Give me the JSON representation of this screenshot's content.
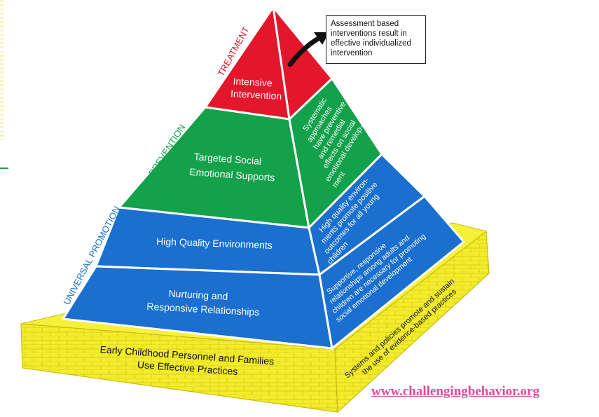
{
  "levels": {
    "treatment": {
      "tier": "TREATMENT",
      "label_lines": [
        "Intensive",
        "Intervention"
      ]
    },
    "prevention": {
      "tier": "PREVENTION",
      "label_lines": [
        "Targeted Social",
        "Emotional Supports"
      ]
    },
    "universal": {
      "tier": "UNIVERSAL PROMOTION"
    },
    "environments": {
      "label": "High Quality Environments"
    },
    "relationships": {
      "label_lines": [
        "Nurturing and",
        "Responsive Relationships"
      ]
    }
  },
  "right_face": {
    "prevention_lines": [
      "Systematic",
      "approaches",
      "have preventive",
      "and remedial",
      "effects on social",
      "emotional develop-",
      "ment"
    ],
    "environments_lines": [
      "High quality environ-",
      "ments promote positive",
      "outcomes for all young",
      "children"
    ],
    "relationships_lines": [
      "Supportive, responsive",
      "relationships among adults and",
      "children are necessary for promoting",
      "social emotional development"
    ]
  },
  "base": {
    "front_lines": [
      "Early Childhood Personnel and Families",
      "Use Effective Practices"
    ],
    "side_lines": [
      "Systems and policies promote and sustain",
      "the use of evidence-based practices"
    ]
  },
  "callout": {
    "lines": [
      "Assessment based",
      "interventions result in",
      "effective individualized",
      "intervention"
    ]
  },
  "website": "www.challengingbehavior.org",
  "colors": {
    "red": "#e3162b",
    "green": "#13a14a",
    "blue": "#1a6fcf",
    "yellow": "#f3ec2c",
    "tier_red": "#d81b2c",
    "tier_green": "#15a24a",
    "tier_blue": "#1a6fcf",
    "link": "#e04a9a"
  }
}
